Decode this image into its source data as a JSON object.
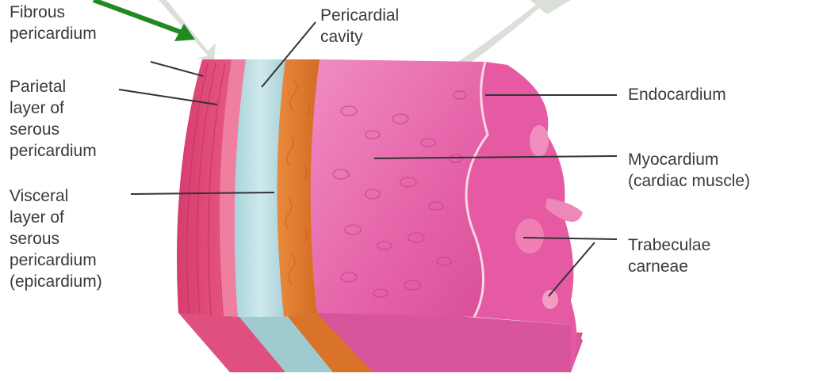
{
  "labels": {
    "fibrous_pericardium": [
      "Fibrous",
      "pericardium"
    ],
    "pericardial_cavity": [
      "Pericardial",
      "cavity"
    ],
    "parietal_layer": [
      "Parietal",
      "layer of",
      "serous",
      "pericardium"
    ],
    "visceral_layer": [
      "Visceral",
      "layer of",
      "serous",
      "pericardium",
      "(epicardium)"
    ],
    "endocardium": [
      "Endocardium"
    ],
    "myocardium": [
      "Myocardium",
      "(cardiac muscle)"
    ],
    "trabeculae_carneae": [
      "Trabeculae",
      "carneae"
    ]
  },
  "colors": {
    "fibrous": "#e2497a",
    "parietal": "#ec6f93",
    "cavity": "#b7dbe0",
    "epicardium": "#e07b2e",
    "myocardium": "#e86bb0",
    "endocardium": "#f7c9dc",
    "pointer_arrow": "#1f8a22",
    "leader_line": "#333333"
  }
}
